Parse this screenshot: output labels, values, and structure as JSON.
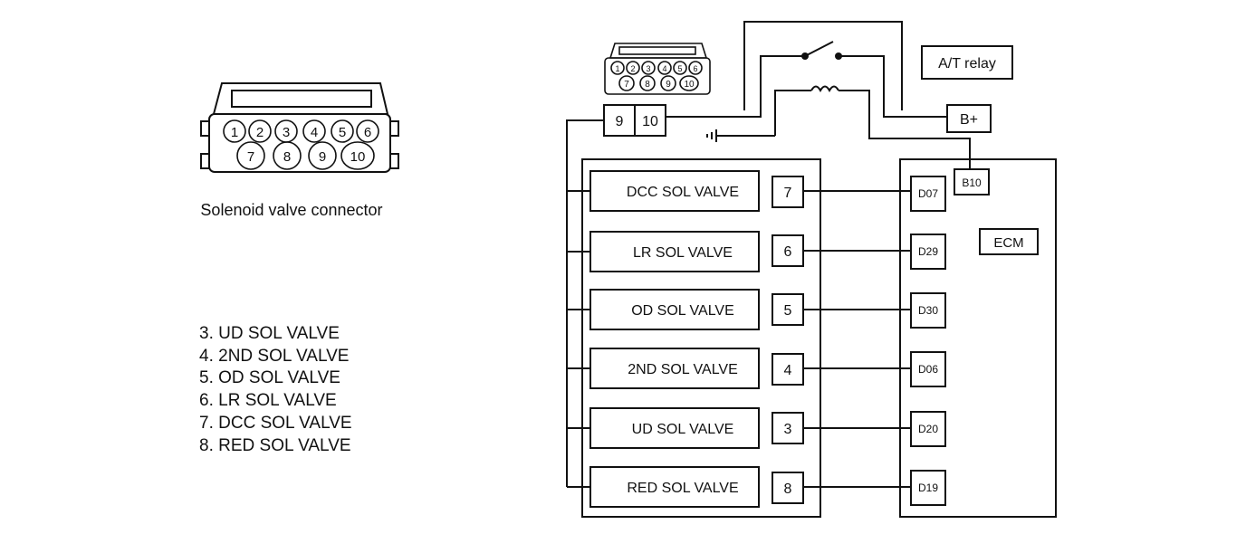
{
  "connector": {
    "caption": "Solenoid valve connector",
    "pins_top": [
      "1",
      "2",
      "3",
      "4",
      "5",
      "6"
    ],
    "pins_bottom": [
      "7",
      "8",
      "9",
      "10"
    ]
  },
  "legend": [
    "3. UD SOL VALVE",
    "4. 2ND SOL VALVE",
    "5. OD SOL VALVE",
    "6. LR SOL VALVE",
    "7. DCC SOL VALVE",
    "8. RED SOL VALVE"
  ],
  "power_pins": [
    "9",
    "10"
  ],
  "relay": {
    "label": "A/T relay",
    "battery": "B+"
  },
  "ecm": {
    "label": "ECM",
    "supply_pin": "B10"
  },
  "valves": [
    {
      "name": "DCC SOL VALVE",
      "pin": "7",
      "ecm_pin": "D07"
    },
    {
      "name": "LR SOL VALVE",
      "pin": "6",
      "ecm_pin": "D29"
    },
    {
      "name": "OD SOL VALVE",
      "pin": "5",
      "ecm_pin": "D30"
    },
    {
      "name": "2ND SOL VALVE",
      "pin": "4",
      "ecm_pin": "D06"
    },
    {
      "name": "UD SOL VALVE",
      "pin": "3",
      "ecm_pin": "D20"
    },
    {
      "name": "RED SOL VALVE",
      "pin": "8",
      "ecm_pin": "D19"
    }
  ]
}
